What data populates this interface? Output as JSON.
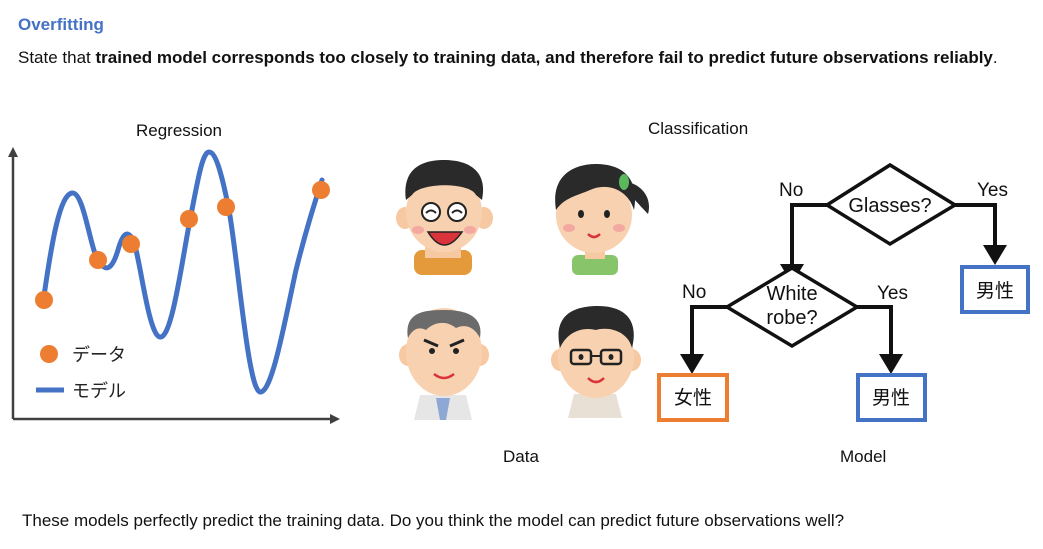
{
  "header": {
    "title": "Overfitting",
    "intro_prefix": "State that ",
    "intro_bold": "trained model corresponds too closely to training data, and therefore fail to predict future observations reliably",
    "intro_suffix": "."
  },
  "regression": {
    "title": "Regression",
    "legend_data": "データ",
    "legend_model": "モデル",
    "colors": {
      "data": "#ED7D31",
      "model": "#4472C4",
      "axis": "#404040"
    }
  },
  "classification": {
    "title": "Classification",
    "data_caption": "Data",
    "model_caption": "Model",
    "people_icons": [
      "boy-smiling-glasses-icon",
      "girl-ponytail-icon",
      "man-grey-hair-lab-coat-icon",
      "man-glasses-lab-coat-icon"
    ],
    "tree": {
      "root": "Glasses?",
      "root_no": "No",
      "root_yes": "Yes",
      "inner_line1": "White",
      "inner_line2": "robe?",
      "inner_no": "No",
      "inner_yes": "Yes",
      "leaf_root_yes": "男性",
      "leaf_inner_no": "女性",
      "leaf_inner_yes": "男性"
    },
    "colors": {
      "male": "#4472C4",
      "female": "#ED7D31"
    }
  },
  "footer": {
    "question": "These models perfectly predict the training data. Do you think the model can predict future observations well?"
  }
}
